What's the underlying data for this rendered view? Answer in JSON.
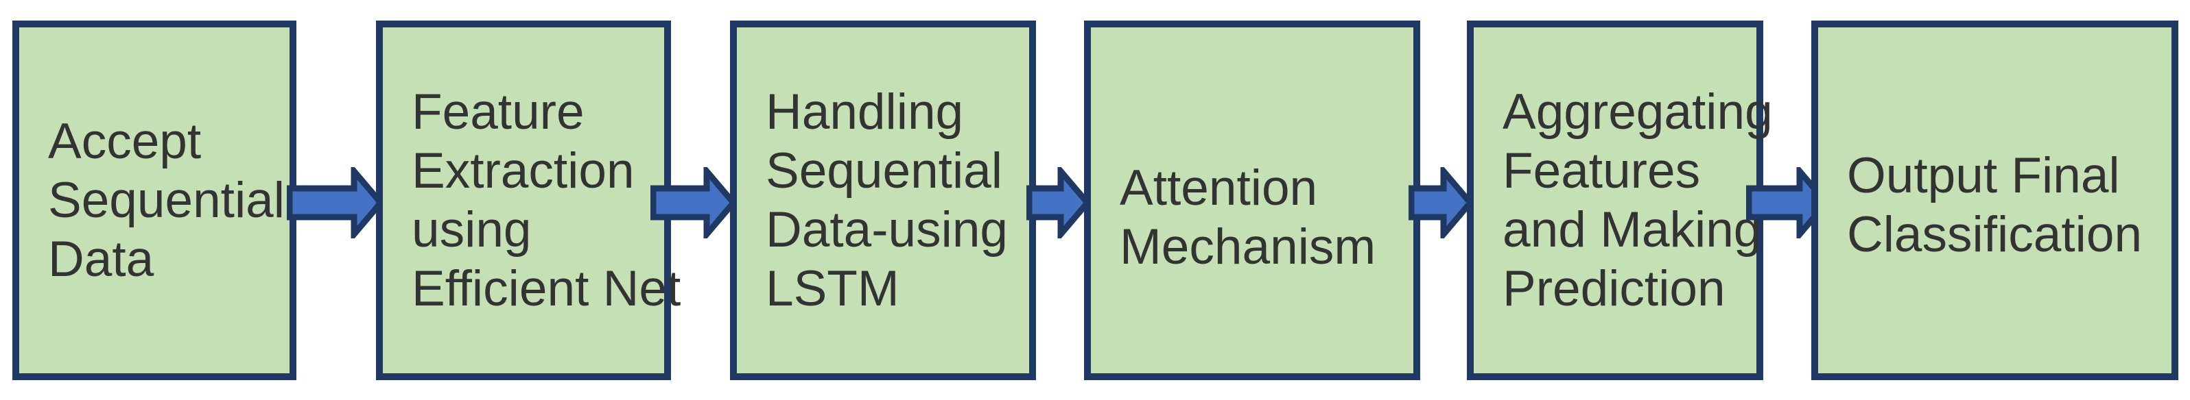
{
  "flow": {
    "steps": [
      {
        "id": "accept-sequential-data",
        "label": "Accept\nSequential\nData"
      },
      {
        "id": "feature-extraction",
        "label": "Feature\nExtraction\nusing\nEfficient Net"
      },
      {
        "id": "handling-sequential-lstm",
        "label": "Handling\nSequential\nData-using\nLSTM"
      },
      {
        "id": "attention-mechanism",
        "label": "Attention\nMechanism"
      },
      {
        "id": "aggregating-prediction",
        "label": "Aggregating\nFeatures\nand Making\nPrediction"
      },
      {
        "id": "output-final-classification",
        "label": "Output Final\nClassification"
      }
    ],
    "connections": [
      {
        "from": "accept-sequential-data",
        "to": "feature-extraction",
        "icon": "arrow-right-icon"
      },
      {
        "from": "feature-extraction",
        "to": "handling-sequential-lstm",
        "icon": "arrow-right-icon"
      },
      {
        "from": "handling-sequential-lstm",
        "to": "attention-mechanism",
        "icon": "arrow-right-icon"
      },
      {
        "from": "attention-mechanism",
        "to": "aggregating-prediction",
        "icon": "arrow-right-icon"
      },
      {
        "from": "aggregating-prediction",
        "to": "output-final-classification",
        "icon": "arrow-right-icon"
      }
    ]
  },
  "colors": {
    "page_bg": "#ffffff",
    "box_fill": "#c5e0b4",
    "box_border": "#1f3864",
    "arrow_fill": "#4472c4",
    "arrow_outline": "#1f3864",
    "text_color": "#333333"
  }
}
